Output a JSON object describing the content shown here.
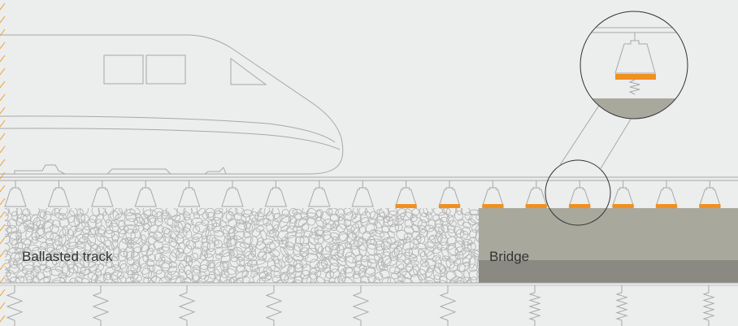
{
  "labels": {
    "ballasted_track": "Ballasted track",
    "bridge": "Bridge"
  },
  "colors": {
    "background": "#eceded",
    "line": "#a8a8a8",
    "ballast_stroke": "#b4b4b4",
    "pad_accent": "#f0901e",
    "bridge_upper": "#a9a89d",
    "bridge_lower": "#8a8a82",
    "edge_dash": "#f0a030"
  },
  "icons": {
    "train": "high-speed-train-outline",
    "sleeper": "sleeper-trapezoid",
    "spring": "spring-zigzag",
    "magnifier": "detail-magnifier-circle"
  }
}
